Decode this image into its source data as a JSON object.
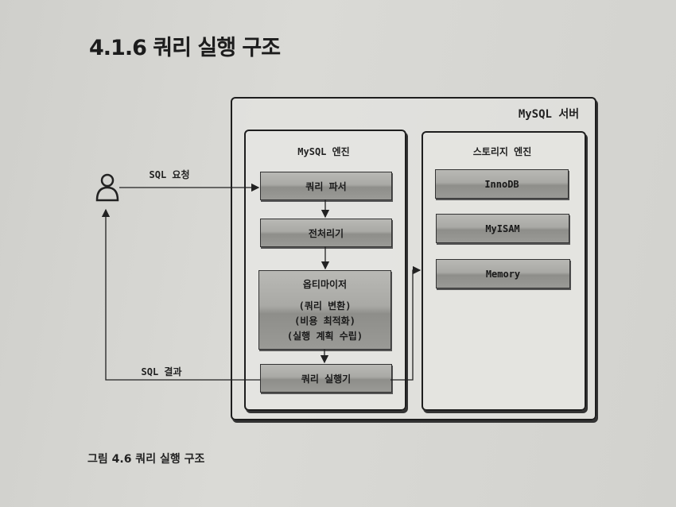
{
  "section_title": "4.1.6 쿼리 실행 구조",
  "diagram": {
    "server_label": "MySQL 서버",
    "engine_label": "MySQL 엔진",
    "storage_label": "스토리지 엔진",
    "request_label": "SQL 요청",
    "result_label": "SQL 결과",
    "engine_components": {
      "parser": "쿼리 파서",
      "preprocessor": "전처리기",
      "optimizer": "옵티마이저",
      "optimizer_steps": [
        "(쿼리 변환)",
        "(비용 최적화)",
        "(실행 계획 수립)"
      ],
      "executor": "쿼리 실행기"
    },
    "storage_engines": [
      "InnoDB",
      "MyISAM",
      "Memory"
    ]
  },
  "caption": "그림 4.6 쿼리 실행 구조"
}
